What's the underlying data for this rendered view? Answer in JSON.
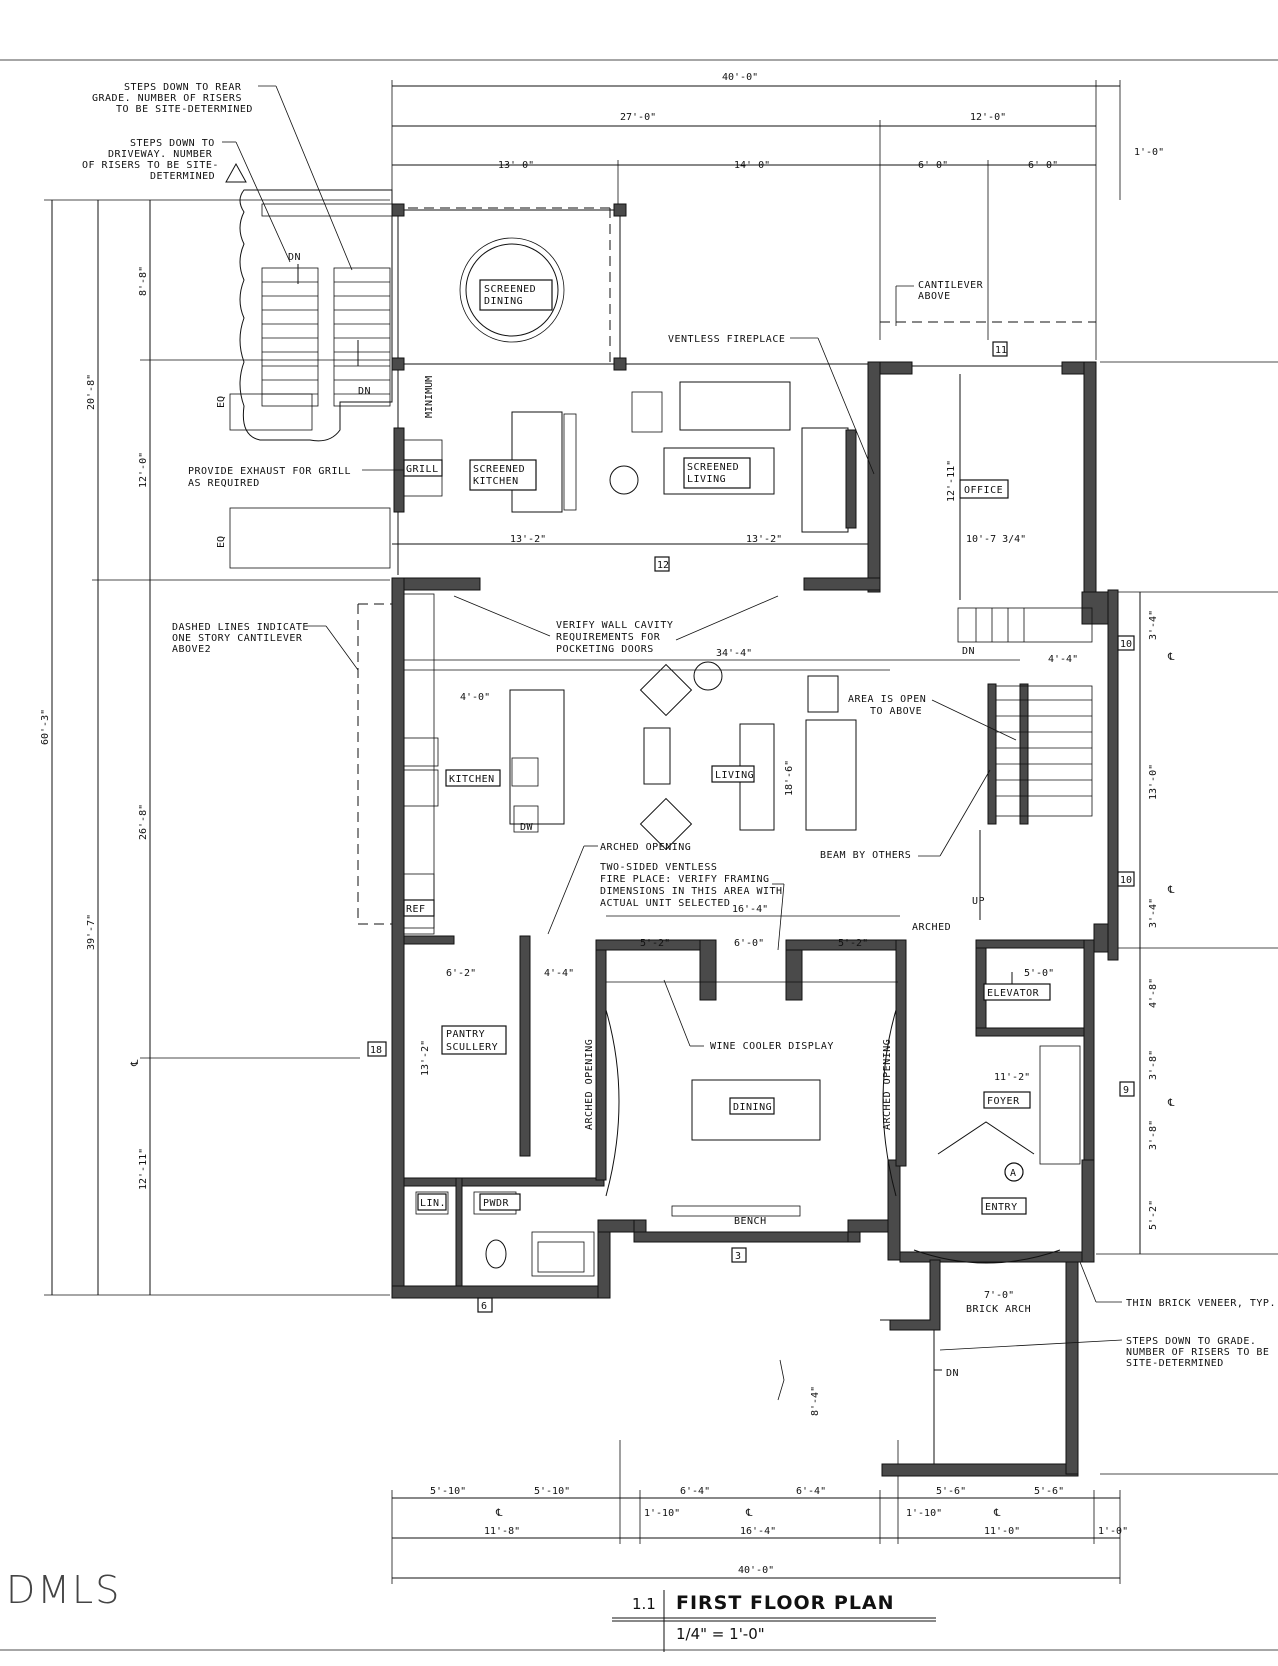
{
  "plan": {
    "title_number": "1.1",
    "title": "FIRST FLOOR PLAN",
    "scale": "1/4\" = 1'-0\"",
    "logo": "DMLS"
  },
  "rooms": {
    "screened_dining": [
      "SCREENED",
      "DINING"
    ],
    "screened_kitchen": [
      "SCREENED",
      "KITCHEN"
    ],
    "screened_living": [
      "SCREENED",
      "LIVING"
    ],
    "grill": "GRILL",
    "office": "OFFICE",
    "kitchen": "KITCHEN",
    "living": "LIVING",
    "ref": "REF",
    "dw": "DW",
    "pantry": [
      "PANTRY",
      "SCULLERY"
    ],
    "dining": "DINING",
    "foyer": "FOYER",
    "entry": "ENTRY",
    "elevator": "ELEVATOR",
    "lin": "LIN.",
    "pwdr": "PWDR"
  },
  "notes": {
    "steps_rear": [
      "STEPS DOWN TO REAR",
      "GRADE. NUMBER OF RISERS",
      "TO BE SITE-DETERMINED"
    ],
    "steps_driveway": [
      "STEPS DOWN TO",
      "DRIVEWAY. NUMBER",
      "OF RISERS TO BE SITE-",
      "DETERMINED"
    ],
    "exhaust": [
      "PROVIDE EXHAUST FOR GRILL",
      "AS REQUIRED"
    ],
    "dashed": [
      "DASHED LINES INDICATE",
      "ONE STORY CANTILEVER",
      "ABOVE2"
    ],
    "cantilever": [
      "CANTILEVER",
      "ABOVE"
    ],
    "fireplace": "VENTLESS FIREPLACE",
    "verify_wall": [
      "VERIFY WALL CAVITY",
      "REQUIREMENTS FOR",
      "POCKETING DOORS"
    ],
    "open_above": [
      "AREA IS OPEN",
      "TO ABOVE"
    ],
    "beam": "BEAM BY OTHERS",
    "arched_opening": "ARCHED OPENING",
    "two_sided": [
      "TWO-SIDED VENTLESS",
      "FIRE PLACE: VERIFY FRAMING",
      "DIMENSIONS IN THIS AREA WITH",
      "ACTUAL UNIT SELECTED"
    ],
    "wine": "WINE COOLER DISPLAY",
    "bench": "BENCH",
    "brick_arch": "BRICK ARCH",
    "brick_veneer": "THIN BRICK VENEER, TYP.",
    "steps_grade": [
      "STEPS DOWN TO GRADE.",
      "NUMBER OF RISERS TO BE",
      "SITE-DETERMINED"
    ],
    "arched_v": "ARCHED OPENING",
    "arched_small": "ARCHED",
    "minimum": "MINIMUM",
    "dn": "DN",
    "up": "UP"
  },
  "dimensions": {
    "top_overall": "40'-0\"",
    "top_left": "27'-0\"",
    "top_right": "12'-0\"",
    "top_13": "13'-0\"",
    "top_14": "14'-0\"",
    "top_6a": "6'-0\"",
    "top_6b": "6'-0\"",
    "top_1": "1'-0\"",
    "left_overall": "60'-3\"",
    "left_20": "20'-8\"",
    "left_39": "39'-7\"",
    "left_8": "8'-8\"",
    "left_12": "12'-0\"",
    "left_26": "26'-8\"",
    "left_12_11": "12'-11\"",
    "bot_5_10a": "5'-10\"",
    "bot_5_10b": "5'-10\"",
    "bot_6_4a": "6'-4\"",
    "bot_6_4b": "6'-4\"",
    "bot_5_6a": "5'-6\"",
    "bot_5_6b": "5'-6\"",
    "bot_1_10a": "1'-10\"",
    "bot_1_10b": "1'-10\"",
    "bot_11_8": "11'-8\"",
    "bot_16_4": "16'-4\"",
    "bot_11_0": "11'-0\"",
    "bot_1_0": "1'-0\"",
    "bot_overall": "40'-0\"",
    "living_34": "34'-4\"",
    "kitchen_4": "4'-0\"",
    "living_18": "18'-6\"",
    "dining_16": "16'-4\"",
    "dining_6": "6'-0\"",
    "dining_5_2a": "5'-2\"",
    "dining_5_2b": "5'-2\"",
    "pantry_6_2": "6'-2\"",
    "pantry_13": "13'-2\"",
    "pantry_4_4": "4'-4\"",
    "foyer_11": "11'-2\"",
    "entry_7": "7'-0\"",
    "stoop_8": "8'-4\"",
    "screened_13a": "13'-2\"",
    "screened_13b": "13'-2\"",
    "office_12": "12'-11\"",
    "office_10": "10'-7 3/4\"",
    "stair_4_4": "4'-4\"",
    "right_13": "13'-0\"",
    "right_3_4a": "3'-4\"",
    "right_3_4b": "3'-4\"",
    "right_4_8": "4'-8\"",
    "right_3_8a": "3'-8\"",
    "right_3_8b": "3'-8\"",
    "right_5_2": "5'-2\"",
    "elev_5": "5'-0\"",
    "tags": [
      "11",
      "12",
      "10",
      "10",
      "9",
      "3",
      "6",
      "18",
      "A"
    ]
  }
}
